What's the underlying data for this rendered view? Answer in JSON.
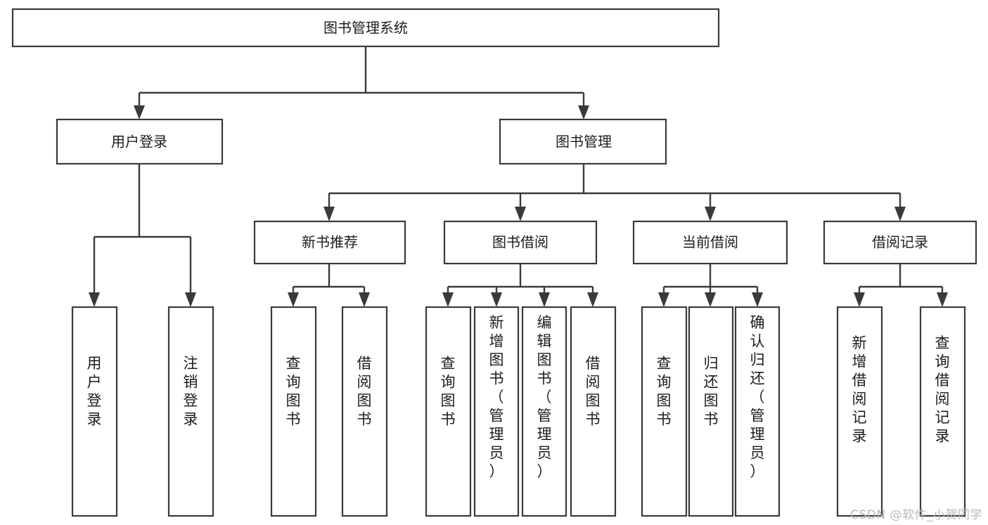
{
  "diagram": {
    "type": "tree-hierarchy",
    "title": "图书管理系统",
    "watermark": "CSDN @软件_小贺同学",
    "colors": {
      "stroke": "#3a3a3a",
      "box_fill": "#ffffff",
      "text": "#1c1c1c",
      "background": "#ffffff",
      "watermark": "#b9b9b9"
    },
    "root": {
      "id": "root",
      "label": "图书管理系统",
      "orientation": "horizontal"
    },
    "level2": [
      {
        "id": "user-login",
        "label": "用户登录",
        "orientation": "horizontal"
      },
      {
        "id": "book-manage",
        "label": "图书管理",
        "orientation": "horizontal"
      }
    ],
    "level3": [
      {
        "id": "new-book-recommend",
        "label": "新书推荐",
        "orientation": "horizontal",
        "parent": "book-manage"
      },
      {
        "id": "book-borrow",
        "label": "图书借阅",
        "orientation": "horizontal",
        "parent": "book-manage"
      },
      {
        "id": "current-borrow",
        "label": "当前借阅",
        "orientation": "horizontal",
        "parent": "book-manage"
      },
      {
        "id": "borrow-record",
        "label": "借阅记录",
        "orientation": "horizontal",
        "parent": "book-manage"
      }
    ],
    "leaves": [
      {
        "id": "leaf-user-login",
        "label": "用户登录",
        "orientation": "vertical",
        "parent": "user-login"
      },
      {
        "id": "leaf-logout-login",
        "label": "注销登录",
        "orientation": "vertical",
        "parent": "user-login"
      },
      {
        "id": "leaf-query-book-1",
        "label": "查询图书",
        "orientation": "vertical",
        "parent": "new-book-recommend"
      },
      {
        "id": "leaf-borrow-book-1",
        "label": "借阅图书",
        "orientation": "vertical",
        "parent": "new-book-recommend"
      },
      {
        "id": "leaf-query-book-2",
        "label": "查询图书",
        "orientation": "vertical",
        "parent": "book-borrow"
      },
      {
        "id": "leaf-add-book",
        "label": "新增图书（管理员）",
        "orientation": "vertical",
        "parent": "book-borrow"
      },
      {
        "id": "leaf-edit-book",
        "label": "编辑图书（管理员）",
        "orientation": "vertical",
        "parent": "book-borrow"
      },
      {
        "id": "leaf-borrow-book-2",
        "label": "借阅图书",
        "orientation": "vertical",
        "parent": "book-borrow"
      },
      {
        "id": "leaf-query-book-3",
        "label": "查询图书",
        "orientation": "vertical",
        "parent": "current-borrow"
      },
      {
        "id": "leaf-return-book",
        "label": "归还图书",
        "orientation": "vertical",
        "parent": "current-borrow"
      },
      {
        "id": "leaf-confirm-return",
        "label": "确认归还（管理员）",
        "orientation": "vertical",
        "parent": "current-borrow"
      },
      {
        "id": "leaf-add-record",
        "label": "新增借阅记录",
        "orientation": "vertical",
        "parent": "borrow-record"
      },
      {
        "id": "leaf-query-record",
        "label": "查询借阅记录",
        "orientation": "vertical",
        "parent": "borrow-record"
      }
    ]
  }
}
